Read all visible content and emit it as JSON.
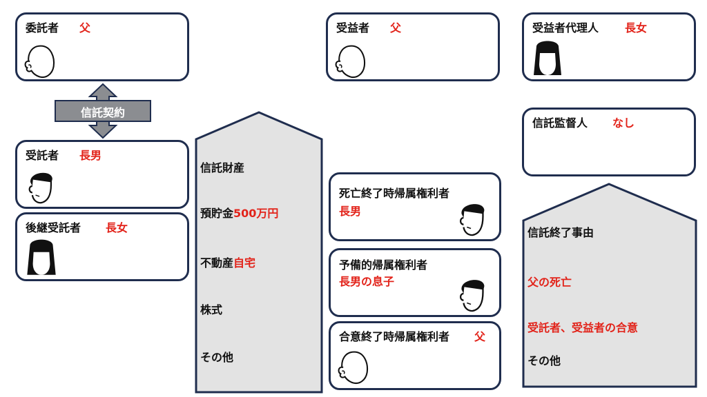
{
  "settlor": {
    "role": "委託者",
    "person": "父"
  },
  "beneficiary": {
    "role": "受益者",
    "person": "父"
  },
  "beneficiary_agent": {
    "role": "受益者代理人",
    "person": "長女"
  },
  "trust_contract": {
    "label": "信託契約"
  },
  "trustee": {
    "role": "受託者",
    "person": "長男"
  },
  "successor_trustee": {
    "role": "後継受託者",
    "person": "長女"
  },
  "supervisor": {
    "role": "信託監督人",
    "person": "なし"
  },
  "trust_property": {
    "title": "信託財産",
    "deposit_label": "預貯金",
    "deposit_value": "500万円",
    "realestate_label": "不動産",
    "realestate_value": "自宅",
    "stocks": "株式",
    "other": "その他"
  },
  "death_residual": {
    "role": "死亡終了時帰属権利者",
    "person": "長男"
  },
  "backup_residual": {
    "role": "予備的帰属権利者",
    "person": "長男の息子"
  },
  "agreement_residual": {
    "role": "合意終了時帰属権利者",
    "person": "父"
  },
  "termination": {
    "title": "信託終了事由",
    "reason1": "父の死亡",
    "reason2": "受託者、受益者の合意",
    "reason3": "その他"
  }
}
